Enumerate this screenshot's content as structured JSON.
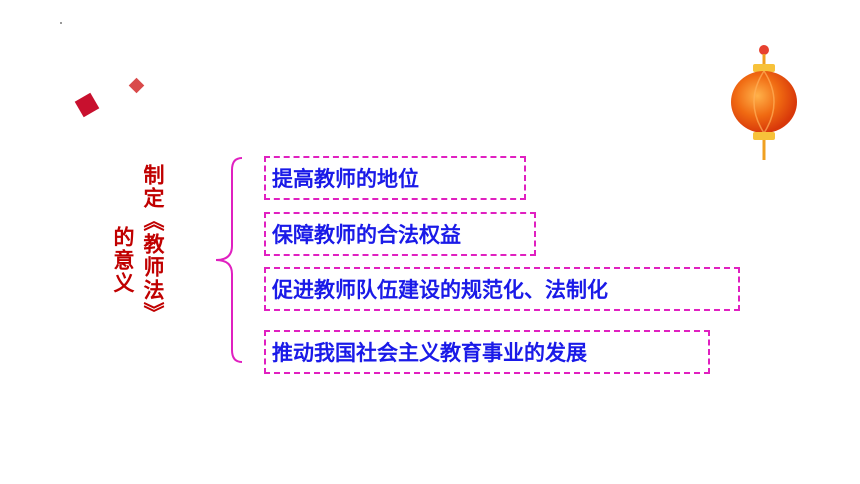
{
  "title": {
    "column1": "制定《教师法》",
    "column2": "的意义"
  },
  "items": [
    "提高教师的地位",
    "保障教师的合法权益",
    "促进教师队伍建设的规范化、法制化",
    "推动我国社会主义教育事业的发展"
  ],
  "colors": {
    "title": "#c00000",
    "item_text": "#1a1ae8",
    "item_border": "#e020c0",
    "brace": "#e020c0"
  },
  "icons": [
    "lantern-icon",
    "red-diamond-icon"
  ]
}
